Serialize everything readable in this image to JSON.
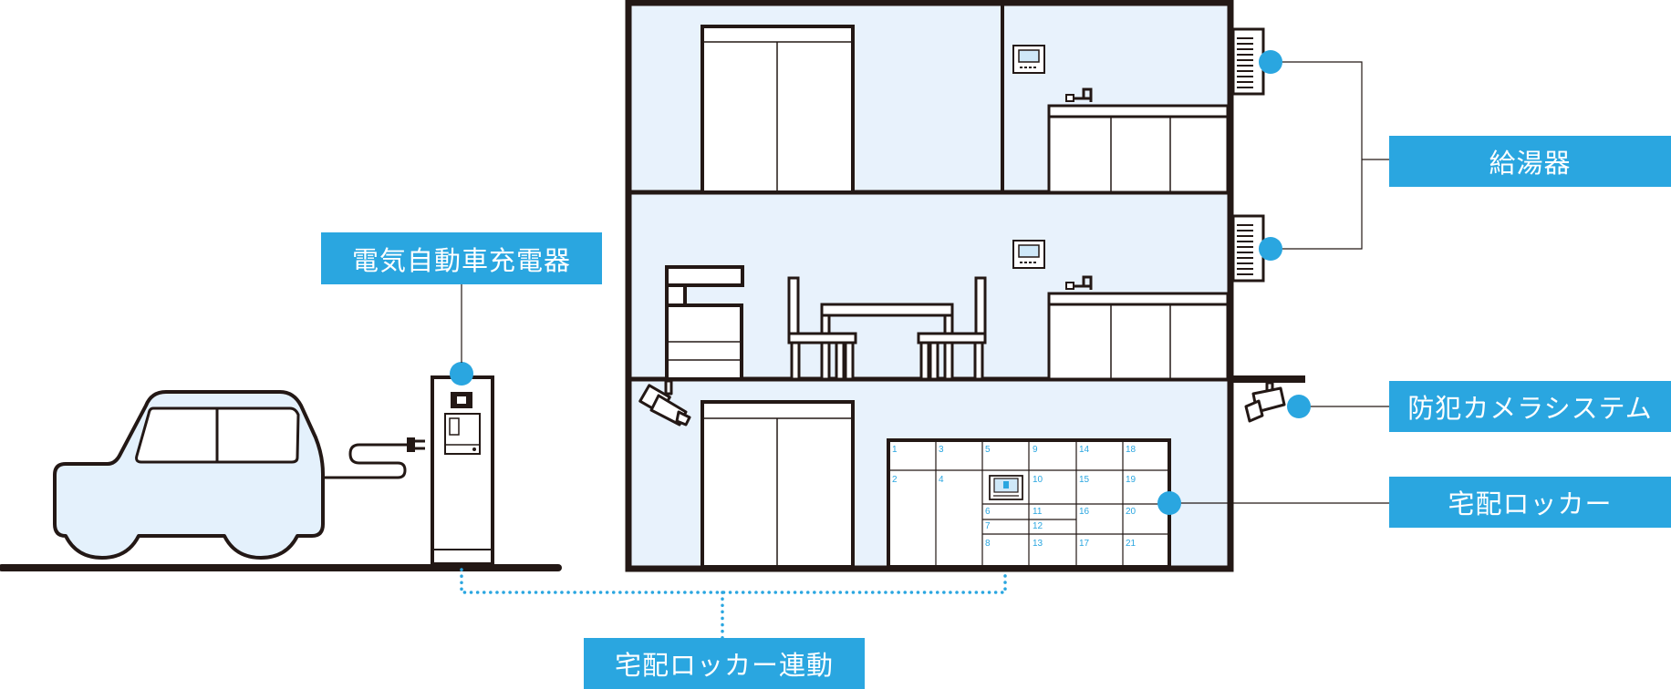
{
  "labels": {
    "ev_charger": "電気自動車充電器",
    "water_heater": "給湯器",
    "security_camera": "防犯カメラシステム",
    "delivery_locker": "宅配ロッカー",
    "locker_link": "宅配ロッカー連動"
  },
  "locker_numbers": [
    "1",
    "2",
    "3",
    "4",
    "5",
    "6",
    "7",
    "8",
    "9",
    "10",
    "11",
    "12",
    "13",
    "14",
    "15",
    "16",
    "17",
    "18",
    "19",
    "20",
    "21"
  ],
  "colors": {
    "accent": "#2aa6e0",
    "wall": "#231815",
    "room_fill": "#e8f2fc",
    "car_fill": "#e4f1fc"
  }
}
